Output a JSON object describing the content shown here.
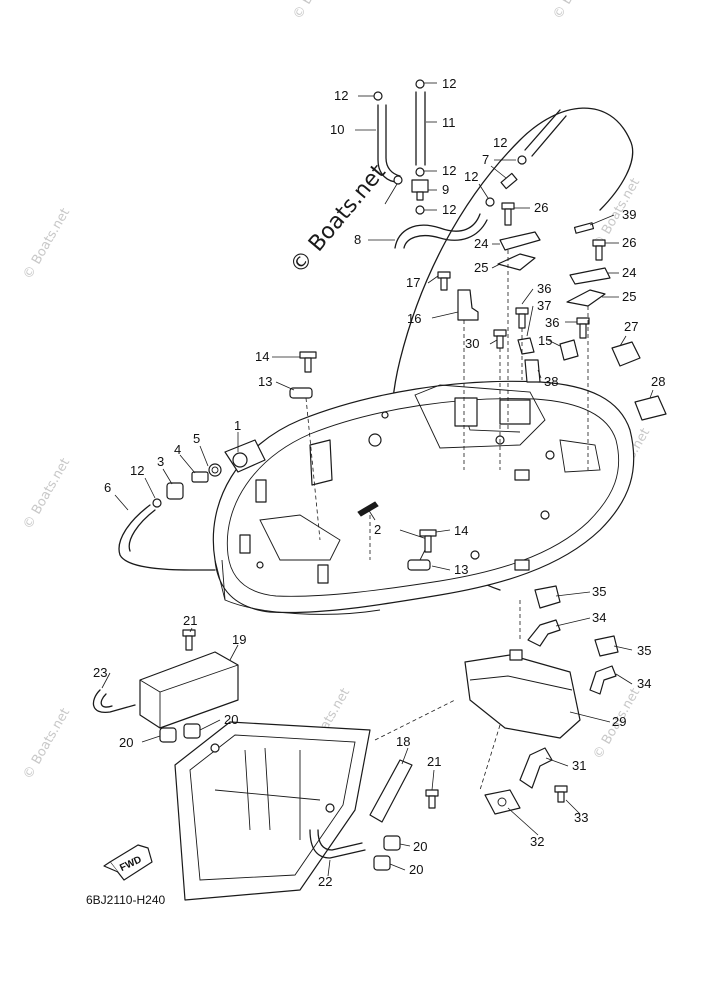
{
  "diagram_code": "6BJ2110-H240",
  "watermark_main": "© Boats.net",
  "watermark_faint": "© Boats.net",
  "direction_badge": "FWD",
  "callouts": [
    "1",
    "2",
    "3",
    "4",
    "5",
    "6",
    "7",
    "8",
    "9",
    "10",
    "11",
    "12",
    "13",
    "14",
    "15",
    "16",
    "17",
    "18",
    "19",
    "20",
    "21",
    "22",
    "23",
    "24",
    "25",
    "26",
    "27",
    "28",
    "29",
    "30",
    "31",
    "32",
    "33",
    "34",
    "35",
    "36",
    "37",
    "38",
    "39"
  ]
}
